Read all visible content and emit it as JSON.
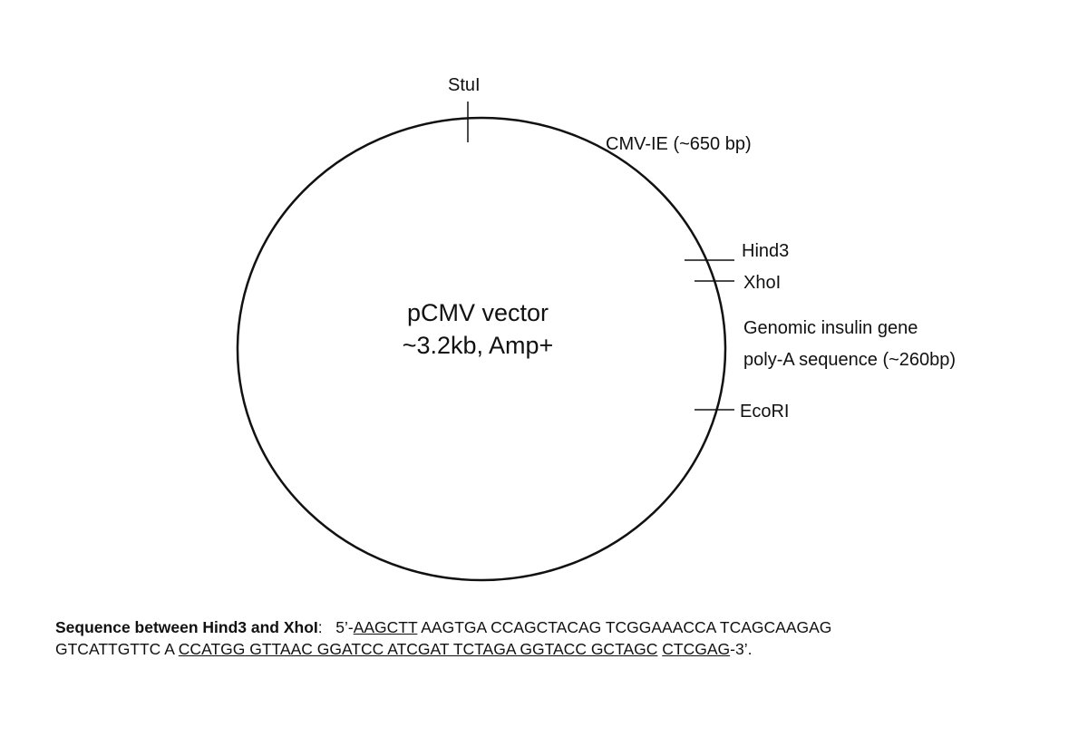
{
  "plasmid": {
    "name": "pCMV vector",
    "details": "~3.2kb, Amp+"
  },
  "sites": {
    "stui": "StuI",
    "hind3": "Hind3",
    "xhoi": "XhoI",
    "ecori": "EcoRI"
  },
  "features": {
    "promoter": "CMV-IE (~650 bp)",
    "polya_line1": "Genomic insulin gene",
    "polya_line2": "poly-A sequence (~260bp)"
  },
  "sequence": {
    "label": "Sequence between Hind3 and XhoI",
    "colon": ":   ",
    "prefix": "5’-",
    "hind3_site": "AAGCTT",
    "line1_rest": " AAGTGA CCAGCTACAG TCGGAAACCA TCAGCAAGAG",
    "line2_start": "GTCATTGTTC A ",
    "mcs": "CCATGG GTTAAC GGATCC ATCGAT TCTAGA GGTACC GCTAGC",
    "space": " ",
    "xhoi_site": "CTCGAG",
    "suffix": "-3’."
  }
}
